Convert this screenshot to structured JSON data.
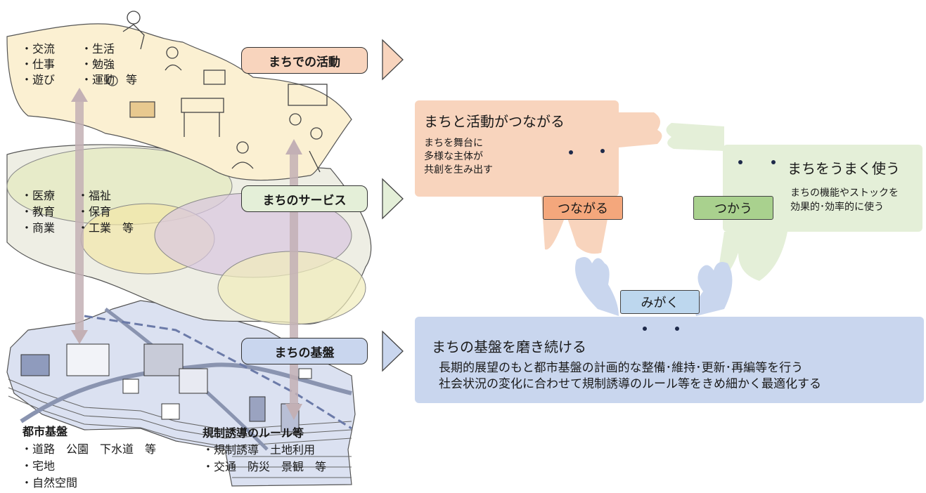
{
  "layers": {
    "activity": {
      "label": "まちでの活動",
      "items": [
        "・交流",
        "・生活",
        "・仕事",
        "・勉強",
        "・遊び",
        "・運動　等"
      ]
    },
    "service": {
      "label": "まちのサービス",
      "items": [
        "・医療",
        "・福祉",
        "・教育",
        "・保育",
        "・商業",
        "・工業　等"
      ]
    },
    "foundation": {
      "label": "まちの基盤",
      "infra_title": "都市基盤",
      "infra_items": [
        "・道路　公園　下水道　等",
        "・宅地",
        "・自然空間"
      ],
      "rules_title": "規制誘導のルール等",
      "rules_items": [
        "・規制誘導　土地利用",
        "・交通　防災　景観　等"
      ]
    }
  },
  "cards": {
    "tsunagaru": {
      "title": "まちと活動がつながる",
      "lines": [
        "まちを舞台に",
        "多様な主体が",
        "共創を生み出す"
      ],
      "badge": "つながる",
      "color": "#f8d4bd",
      "badge_color": "#f4a77c"
    },
    "tsukau": {
      "title": "まちをうまく使う",
      "lines": [
        "まちの機能やストックを",
        "効果的･効率的に使う"
      ],
      "badge": "つかう",
      "color": "#e4efd8",
      "badge_color": "#a9d18e"
    },
    "migaku": {
      "title": "まちの基盤を磨き続ける",
      "lines": [
        "長期的展望のもと都市基盤の計画的な整備･維持･更新･再編等を行う",
        "社会状況の変化に合わせて規制誘導のルール等をきめ細かく最適化する"
      ],
      "badge": "みがく",
      "color": "#c9d6ee",
      "badge_color": "#bdd7ee"
    }
  },
  "colors": {
    "activity_layer": "#fbf0d2",
    "service_layer": "#eeeee4",
    "foundation_layer": "#dbe1f1",
    "arrow": "#c3b0b5"
  }
}
